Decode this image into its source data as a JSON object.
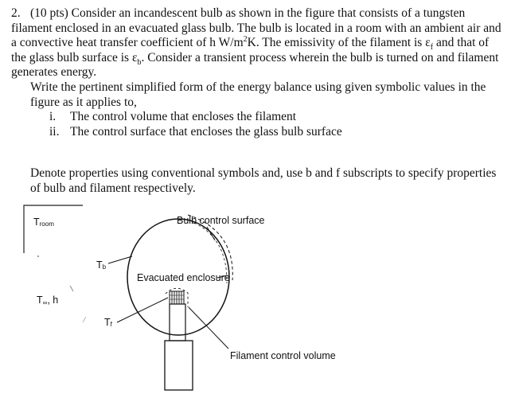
{
  "question": {
    "number": "2.",
    "points": "(10 pts)",
    "intro_1": "Consider an incandescent bulb as shown in the figure that consists of a tungsten filament enclosed in an evacuated glass bulb. The bulb is located in a room with an ambient air and a convective heat transfer coefficient of h W/m",
    "intro_unit_sup": "2",
    "intro_2": "K. The emissivity of the filament is ε",
    "intro_f_sub": "f",
    "intro_3": " and that of the glass bulb surface is ε",
    "intro_b_sub": "b",
    "intro_4": ". Consider a transient process wherein the bulb is turned on and filament generates energy.",
    "task": "Write the pertinent simplified form of the energy balance using given symbolic values in the figure as it applies to,",
    "items": [
      {
        "roman": "i.",
        "text": "The control volume that encloses the filament"
      },
      {
        "roman": "ii.",
        "text": "The control surface that encloses the glass bulb surface"
      }
    ],
    "denote": "Denote properties using conventional symbols and, use b and f subscripts to specify properties of bulb and filament respectively."
  },
  "figure": {
    "t_room_main": "T",
    "t_room_sub": "room",
    "t_inf_main": "T",
    "t_inf_sub": "∞",
    "t_inf_rest": ", h",
    "t_b_main": "T",
    "t_b_sub": "b",
    "t_f_main": "T",
    "t_f_sub": "f",
    "bulb_control_surface": "Bulb control surface",
    "evacuated_enclosure": "Evacuated enclosure",
    "filament_control_volume": "Filament control volume"
  }
}
